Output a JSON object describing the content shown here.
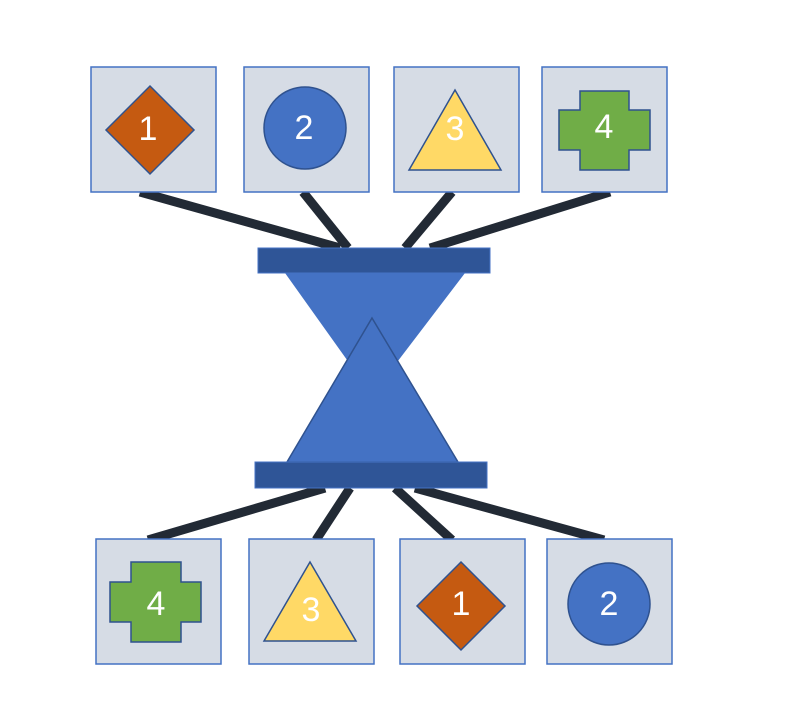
{
  "colors": {
    "box_fill": "#d6dce5",
    "box_stroke": "#4472c4",
    "connector": "#222a35",
    "bar": "#2f5597",
    "funnel": "#4472c4",
    "diamond": "#c55a11",
    "circle": "#4472c4",
    "triangle": "#ffd966",
    "cross": "#70ad47",
    "shape_stroke": "#2f528f"
  },
  "top_row": [
    {
      "shape": "diamond-icon",
      "label": "1"
    },
    {
      "shape": "circle-icon",
      "label": "2"
    },
    {
      "shape": "triangle-icon",
      "label": "3"
    },
    {
      "shape": "cross-icon",
      "label": "4"
    }
  ],
  "bottom_row": [
    {
      "shape": "cross-icon",
      "label": "4"
    },
    {
      "shape": "triangle-icon",
      "label": "3"
    },
    {
      "shape": "diamond-icon",
      "label": "1"
    },
    {
      "shape": "circle-icon",
      "label": "2"
    }
  ]
}
